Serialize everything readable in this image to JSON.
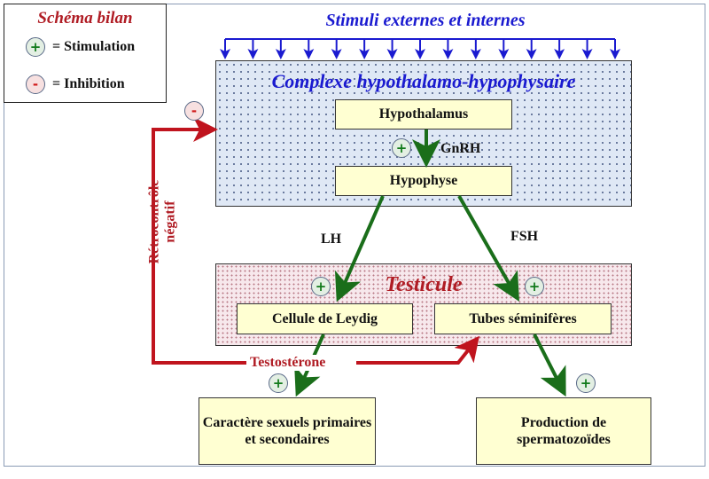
{
  "legend": {
    "title": "Schéma bilan",
    "items": [
      {
        "sign": "+",
        "label": "= Stimulation",
        "type": "stimulation"
      },
      {
        "sign": "-",
        "label": "= Inhibition",
        "type": "inhibition"
      }
    ]
  },
  "stimuli": {
    "title": "Stimuli externes et internes",
    "arrow_count": 15
  },
  "complex": {
    "title": "Complexe hypothalamo-hypophysaire",
    "hypothalamus": "Hypothalamus",
    "hypophyse": "Hypophyse",
    "hormone": "GnRH"
  },
  "hormones": {
    "lh": "LH",
    "fsh": "FSH"
  },
  "testicule": {
    "title": "Testicule",
    "leydig": "Cellule de Leydig",
    "tubes": "Tubes séminifères"
  },
  "feedback": {
    "label_line1": "Rétrocontrôle",
    "label_line2": "négatif",
    "hormone": "Testostérone"
  },
  "outputs": {
    "caracteres": "Caractère sexuels primaires et secondaires",
    "production": "Production de spermatozoïdes"
  },
  "signs": {
    "plus": "+",
    "minus": "-"
  },
  "colors": {
    "stimulation_arrow": "#1a6e1a",
    "feedback_arrow": "#c0141e",
    "stimuli_arrow": "#1a1ad0",
    "box_fill": "#ffffd2",
    "complex_fill": "#dfe8f5",
    "testicule_fill": "#f7e8ec",
    "title_red": "#b01c24"
  }
}
